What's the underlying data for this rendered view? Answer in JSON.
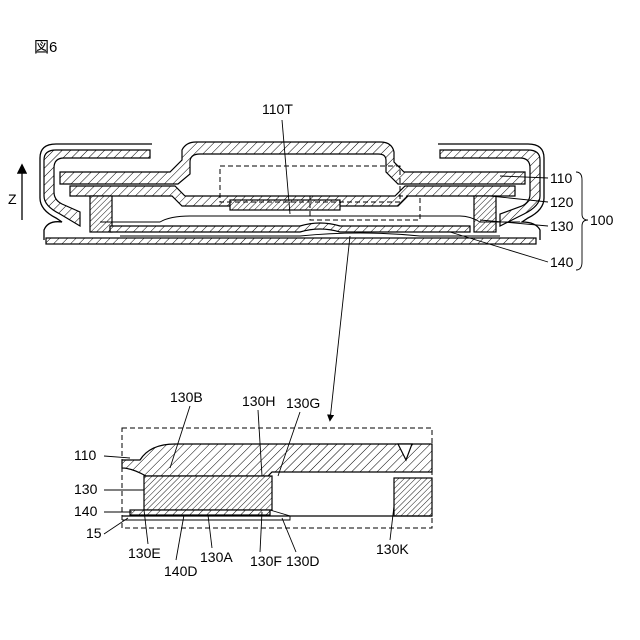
{
  "figure": {
    "title": "図6",
    "labels": {
      "l110T": "110T",
      "lZ": "Z",
      "l110": "110",
      "l120": "120",
      "l130": "130",
      "l100": "100",
      "l140": "140",
      "d130B": "130B",
      "d130H": "130H",
      "d130G": "130G",
      "d110": "110",
      "d130": "130",
      "d140": "140",
      "d15": "15",
      "d130E": "130E",
      "d140D": "140D",
      "d130A": "130A",
      "d130F": "130F",
      "d130D": "130D",
      "d130K": "130K"
    }
  }
}
